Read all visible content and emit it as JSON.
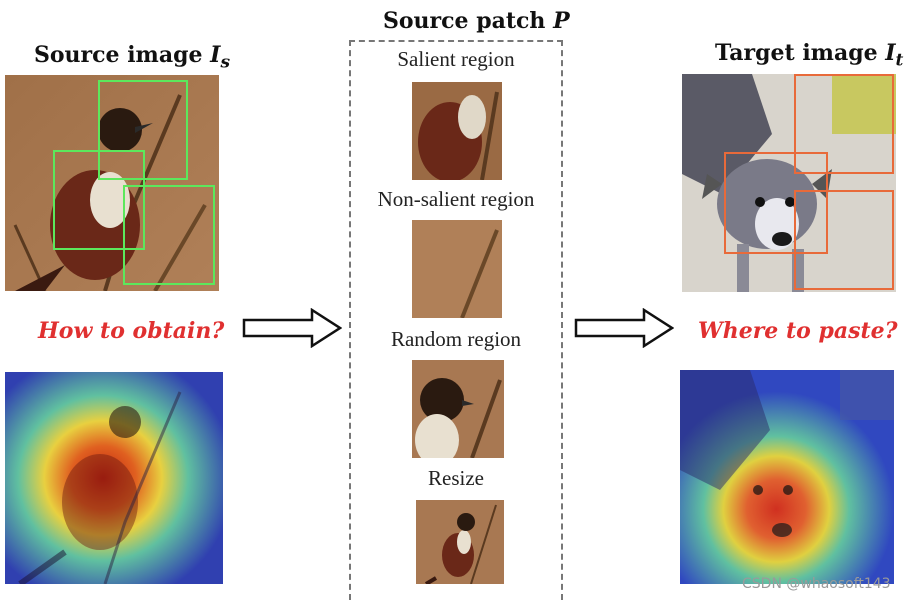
{
  "left": {
    "title_text": "Source image ",
    "title_var": "I",
    "title_sub": "s",
    "question": "How to obtain?"
  },
  "center": {
    "title_text": "Source patch ",
    "title_var": "P",
    "labels": [
      "Salient region",
      "Non-salient region",
      "Random region",
      "Resize"
    ]
  },
  "right": {
    "title_text": "Target image ",
    "title_var": "I",
    "title_sub": "t",
    "question": "Where to paste?"
  },
  "colors": {
    "green_box": "#5ce85c",
    "orange_box": "#e86a3a",
    "question_red": "#e03030"
  },
  "watermark": "CSDN @whaosoft143"
}
